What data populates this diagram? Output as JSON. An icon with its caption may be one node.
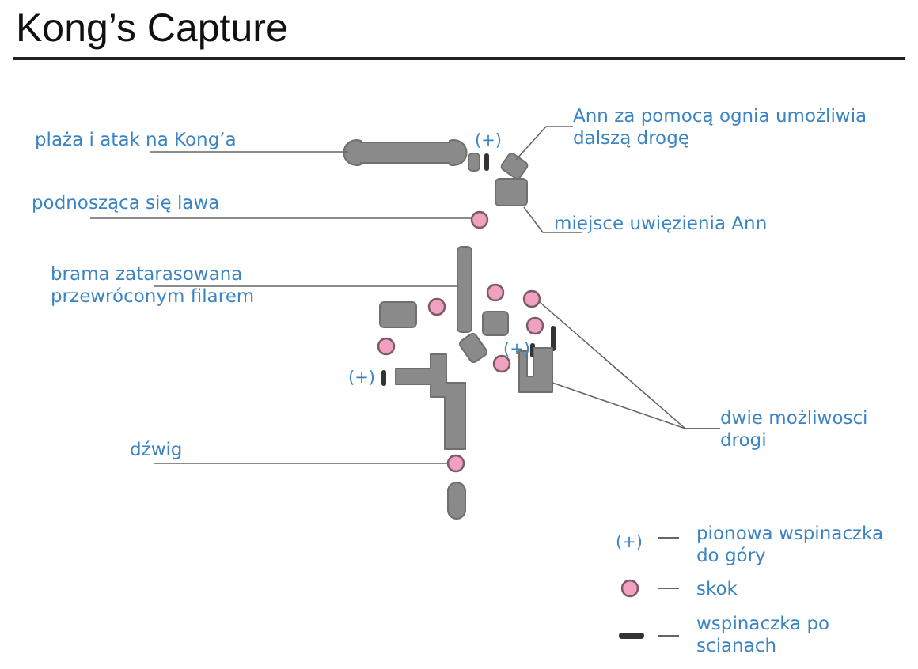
{
  "diagram": {
    "title": "Kong’s Capture",
    "nodes": [
      {
        "text": [
          "plaża i atak na Kong’a"
        ]
      },
      {
        "text": [],
        "shape": "bar"
      },
      {
        "text": [
          "Ann za pomocą ognia umożliwia dalszą drogę"
        ]
      },
      {
        "text": [],
        "shape": "box"
      },
      {
        "text": [
          "podnosząca się lawa"
        ]
      },
      {
        "text": [],
        "shape": "circle"
      },
      {
        "text": [
          "miejsce uwięzienia Ann"
        ]
      },
      {
        "text": [],
        "shape": "box"
      },
      {
        "text": [
          "brama zatarasowana przewróconym filarem"
        ]
      },
      {
        "text": [],
        "shape": "bar"
      },
      {
        "text": [
          "dwie możliwosci drogi"
        ]
      },
      {
        "text": [],
        "shape": "circle"
      },
      {
        "text": [],
        "shape": "box"
      },
      {
        "text": [
          "dźwig"
        ]
      },
      {
        "text": [],
        "shape": "circle"
      },
      {
        "text": [],
        "shape": "box"
      },
      {
        "text": [],
        "shape": "box"
      },
      {
        "text": [],
        "shape": "box"
      },
      {
        "text": [],
        "shape": "box"
      },
      {
        "text": [],
        "shape": "box"
      },
      {
        "text": [],
        "shape": "bar"
      },
      {
        "text": [],
        "shape": "circle"
      },
      {
        "text": [],
        "shape": "circle"
      },
      {
        "text": [],
        "shape": "circle"
      },
      {
        "text": [],
        "shape": "circle"
      },
      {
        "text": [],
        "shape": "circle"
      }
    ],
    "edges": [
      {
        "from": 0,
        "to": 1,
        "arrow": "none"
      },
      {
        "from": 2,
        "to": 3,
        "arrow": "none"
      },
      {
        "from": 4,
        "to": 5,
        "arrow": "none"
      },
      {
        "from": 6,
        "to": 7,
        "arrow": "none"
      },
      {
        "from": 8,
        "to": 9,
        "arrow": "none"
      },
      {
        "from": 10,
        "to": 11,
        "arrow": "none"
      },
      {
        "from": 10,
        "to": 12,
        "arrow": "none"
      },
      {
        "from": 13,
        "to": 14,
        "arrow": "none"
      }
    ],
    "labels": [
      "(+)",
      "(+)",
      "(+)",
      "(+)"
    ],
    "legend": [
      {
        "text": "pionowa wspinaczka do góry"
      },
      {
        "text": "skok"
      },
      {
        "text": "wspinaczka po scianach"
      }
    ]
  }
}
